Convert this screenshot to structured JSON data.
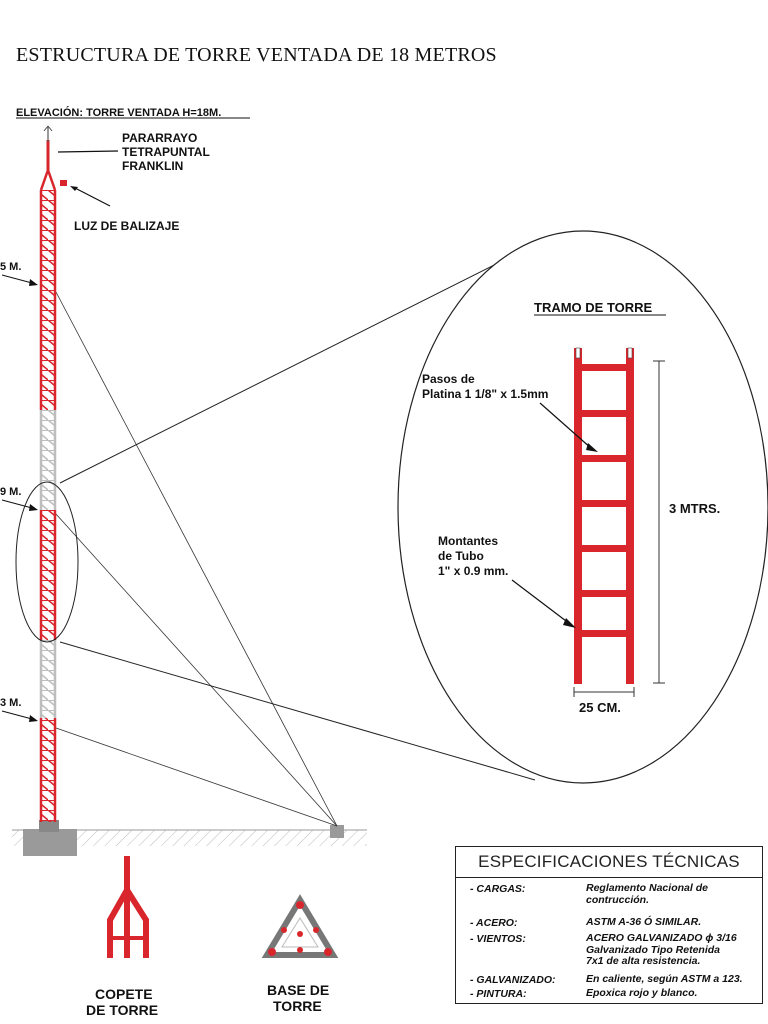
{
  "title": "ESTRUCTURA DE TORRE VENTADA DE 18 METROS",
  "elevation_label": "ELEVACIÓN: TORRE VENTADA H=18M.",
  "lightning_rod": [
    "PARARRAYO",
    "TETRAPUNTAL",
    "FRANKLIN"
  ],
  "beacon_light": "LUZ DE BALIZAJE",
  "height_marks": [
    "5 M.",
    "9 M.",
    "3 M."
  ],
  "detail": {
    "title": "TRAMO DE TORRE",
    "steps_label": [
      "Pasos de",
      "Platina 1 1/8\" x 1.5mm"
    ],
    "uprights_label": [
      "Montantes",
      "de Tubo",
      "1\" x 0.9 mm."
    ],
    "height_dim": "3 MTRS.",
    "width_dim": "25 CM."
  },
  "copete": [
    "COPETE",
    "DE TORRE"
  ],
  "base": [
    "BASE DE",
    "TORRE"
  ],
  "specs": {
    "title": "ESPECIFICACIONES TÉCNICAS",
    "rows": [
      {
        "key": "- CARGAS:",
        "value": [
          "Reglamento Nacional de",
          "contrucción."
        ]
      },
      {
        "key": "- ACERO:",
        "value": [
          "ASTM A-36 Ó SIMILAR."
        ]
      },
      {
        "key": "- VIENTOS:",
        "value": [
          "ACERO GALVANIZADO ϕ 3/16",
          "Galvanizado Tipo Retenida",
          "7x1 de alta resistencia."
        ]
      },
      {
        "key": "- GALVANIZADO:",
        "value": [
          "En caliente, según ASTM a 123."
        ]
      },
      {
        "key": "- PINTURA:",
        "value": [
          "Epoxica rojo y blanco."
        ]
      }
    ]
  },
  "colors": {
    "tower_red": "#d8262c",
    "tower_white": "#e6e6e6",
    "line": "#222222",
    "base_gray": "#9a9a9a"
  }
}
